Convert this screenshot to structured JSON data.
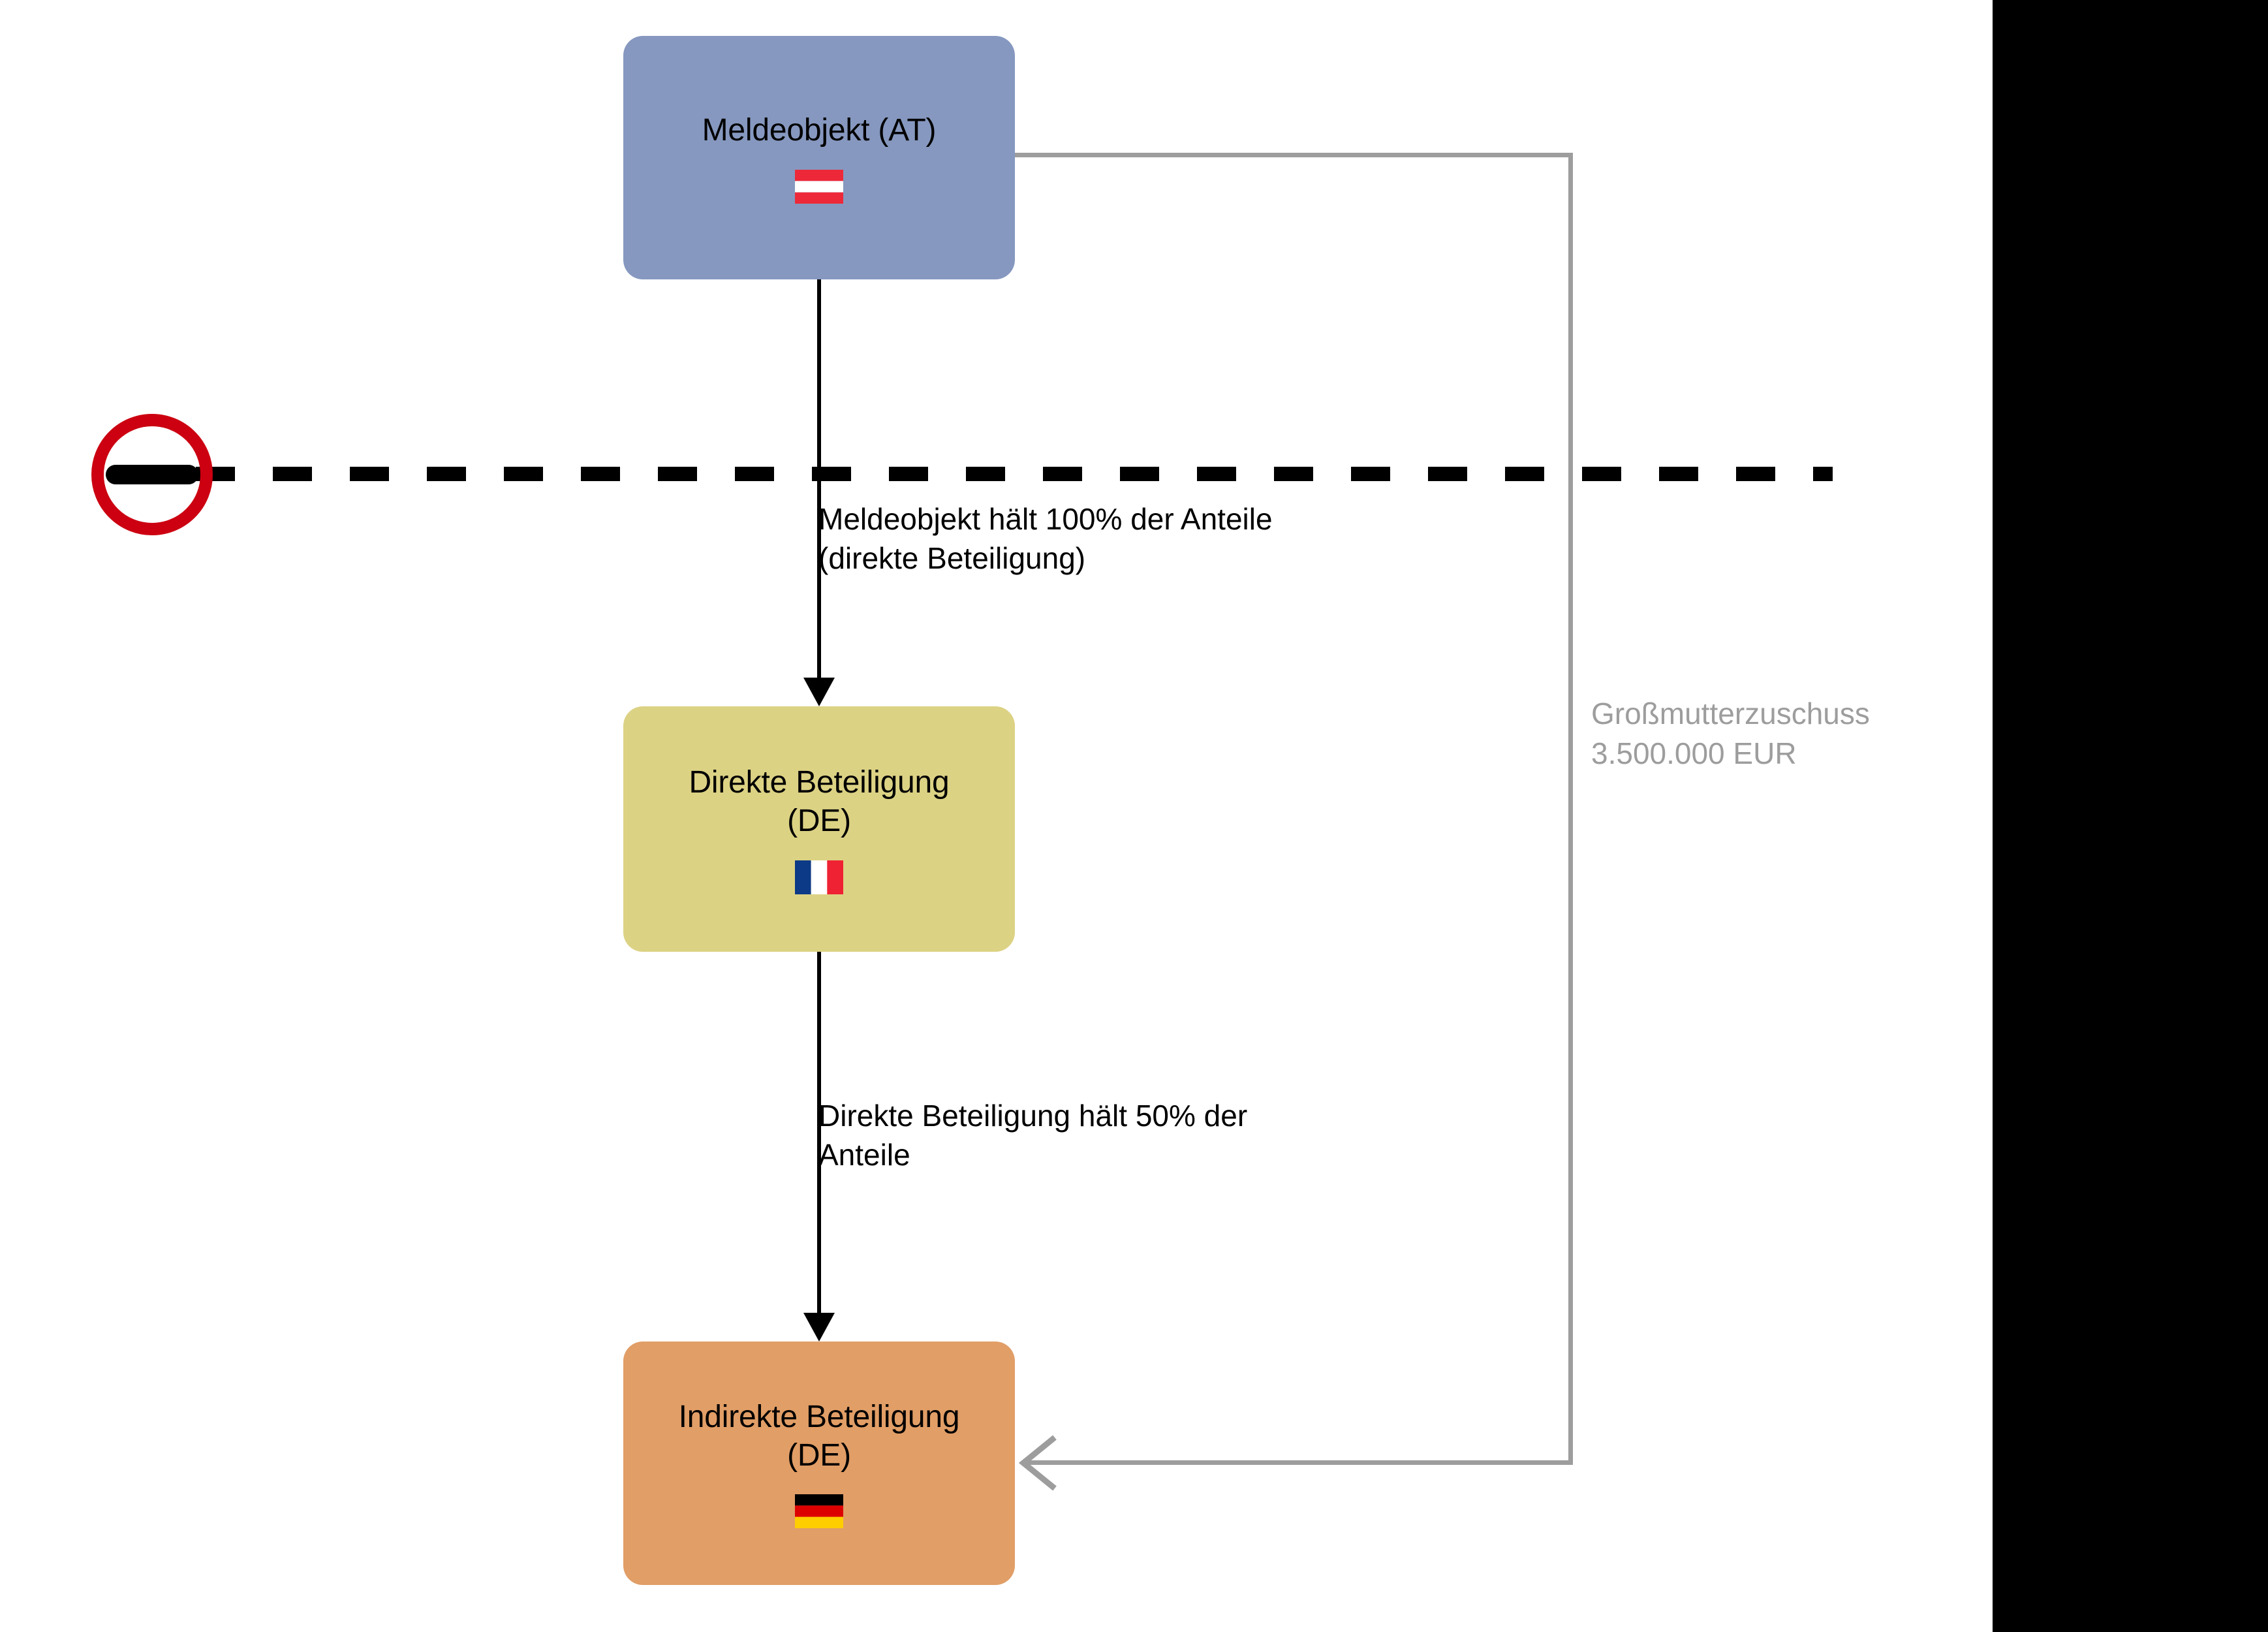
{
  "diagram": {
    "background_color": "#ffffff",
    "outside_color": "#000000",
    "nodes": [
      {
        "id": "meldeobjekt",
        "label": "Meldeobjekt (AT)",
        "country_code": "AT",
        "flag": "flag-austria-icon",
        "fill_color": "#8698bf"
      },
      {
        "id": "direkte-beteiligung",
        "label": "Direkte Beteiligung\n(DE)",
        "country_code": "DE",
        "flag": "flag-france-icon",
        "fill_color": "#dcd284"
      },
      {
        "id": "indirekte-beteiligung",
        "label": "Indirekte Beteiligung\n(DE)",
        "country_code": "DE",
        "flag": "flag-germany-icon",
        "fill_color": "#e19e66"
      }
    ],
    "edges": [
      {
        "id": "edge-holding-100",
        "from": "meldeobjekt",
        "to": "direkte-beteiligung",
        "label": "Meldeobjekt hält 100% der Anteile\n(direkte Beteiligung)",
        "color": "#000000",
        "style": "solid"
      },
      {
        "id": "edge-holding-50",
        "from": "direkte-beteiligung",
        "to": "indirekte-beteiligung",
        "label": "Direkte Beteiligung hält 50% der\nAnteile",
        "color": "#000000",
        "style": "solid"
      },
      {
        "id": "edge-grandmother-contribution",
        "from": "meldeobjekt",
        "to": "indirekte-beteiligung",
        "label": "Großmutterzuschuss\n3.500.000 EUR",
        "amount": "3.500.000 EUR",
        "color": "#9d9d9d",
        "style": "solid-orthogonal"
      }
    ],
    "separator": {
      "id": "border-separator",
      "style": "dashed",
      "color": "#000000",
      "icon": "blocked-no-entry-icon",
      "icon_ring_color": "#cc0011",
      "icon_bar_color": "#000000"
    }
  }
}
